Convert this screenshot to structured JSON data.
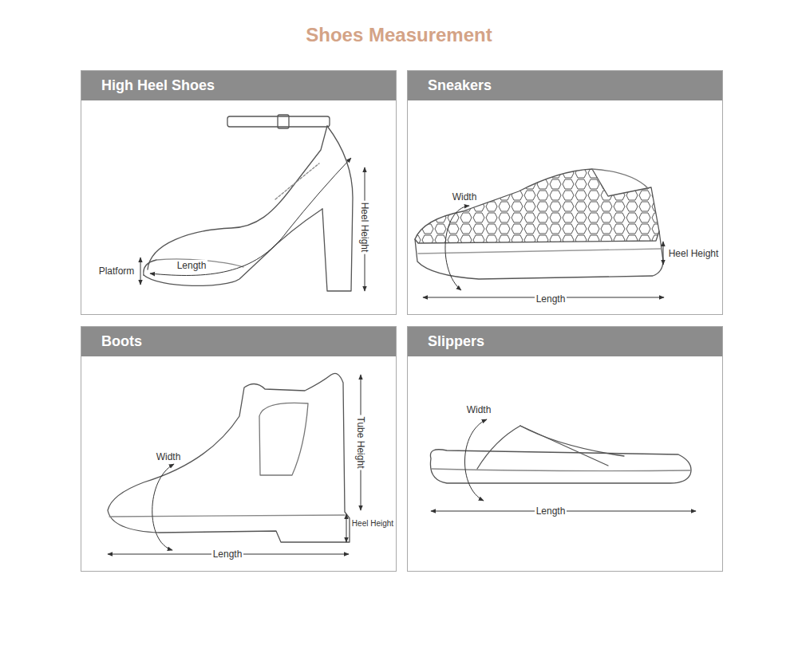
{
  "diagram": {
    "title": "Shoes Measurement",
    "nodes": [
      {
        "text": [
          "High Heel Shoes"
        ]
      },
      {
        "text": [
          "Sneakers"
        ]
      },
      {
        "text": [
          "Boots"
        ]
      },
      {
        "text": [
          "Slippers"
        ]
      }
    ],
    "labels": [
      "Heel Height",
      "Platform",
      "Length",
      "Width",
      "Heel Height",
      "Length",
      "Width",
      "Tube Height",
      "Heel Height",
      "Length",
      "Width",
      "Length"
    ]
  }
}
